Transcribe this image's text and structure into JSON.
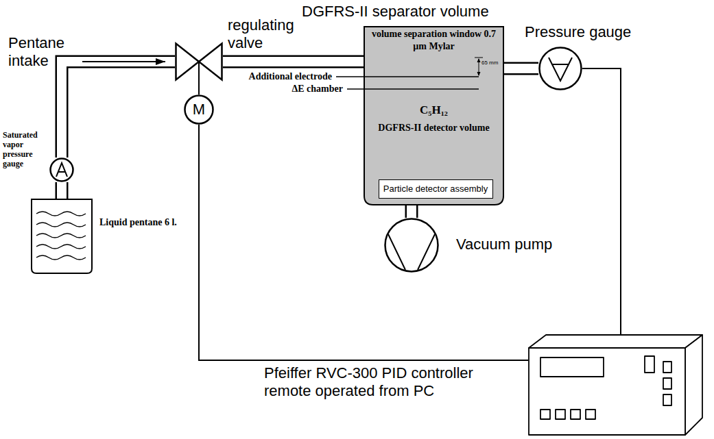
{
  "diagram": {
    "nodes": [
      {
        "text": [
          "DGFRS-II separator volume",
          "volume separation window 0.7 µm Mylar",
          "C₅H₁₂",
          "DGFRS-II detector volume"
        ]
      },
      {
        "text": [
          "Particle detector assembly"
        ],
        "in": 0
      },
      {
        "text": [
          "Liquid pentane 6 l."
        ]
      },
      {
        "text": [
          "Saturated vapor pressure gauge"
        ]
      },
      {
        "text": [
          "regulating valve"
        ]
      },
      {
        "text": [
          "M"
        ]
      },
      {
        "text": [
          "Pressure gauge"
        ]
      },
      {
        "text": [
          "Vacuum pump"
        ]
      },
      {
        "text": [
          "Pfeiffer RVC-300 PID controller remote operated from PC"
        ]
      }
    ],
    "edges": [
      {
        "from": 2,
        "to": 3,
        "arrow": "none"
      },
      {
        "from": 3,
        "to": 4,
        "arrow": "to"
      },
      {
        "from": 4,
        "to": 0,
        "arrow": "none"
      },
      {
        "from": 0,
        "to": 6,
        "arrow": "none"
      },
      {
        "from": 0,
        "to": 7,
        "arrow": "none"
      },
      {
        "from": 6,
        "to": 8,
        "arrow": "none"
      },
      {
        "from": 8,
        "to": 5,
        "arrow": "none"
      },
      {
        "from": 5,
        "to": 4,
        "arrow": "none"
      }
    ],
    "labels": [
      "Pentane intake",
      "Additional electrode",
      "ΔE chamber",
      "65 mm"
    ]
  }
}
